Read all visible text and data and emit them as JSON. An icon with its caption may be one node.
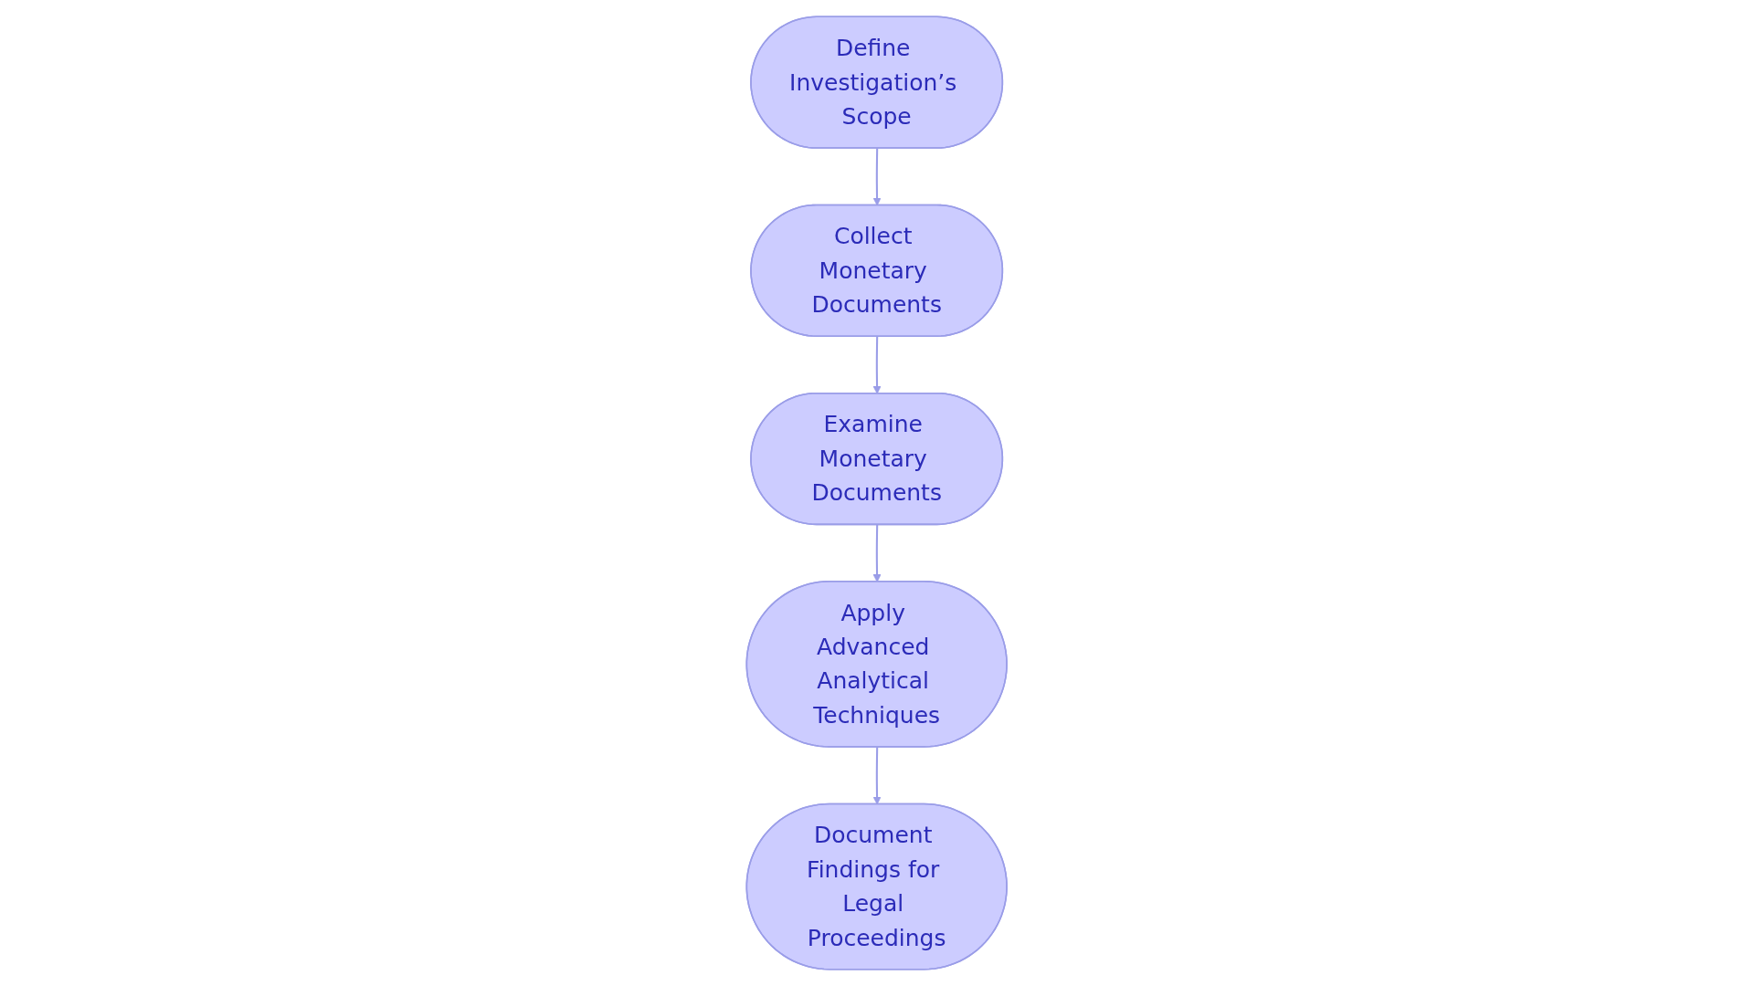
{
  "diagram": {
    "nodes": [
      {
        "text": [
          "Define Investigation’s Scope"
        ]
      },
      {
        "text": [
          "Collect Monetary Documents"
        ]
      },
      {
        "text": [
          "Examine Monetary Documents"
        ]
      },
      {
        "text": [
          "Apply Advanced Analytical Techniques"
        ]
      },
      {
        "text": [
          "Document Findings for Legal Proceedings"
        ]
      }
    ],
    "edges": [
      {
        "from": 0,
        "to": 1,
        "arrow": "to"
      },
      {
        "from": 1,
        "to": 2,
        "arrow": "to"
      },
      {
        "from": 2,
        "to": 3,
        "arrow": "to"
      },
      {
        "from": 3,
        "to": 4,
        "arrow": "to"
      }
    ]
  }
}
